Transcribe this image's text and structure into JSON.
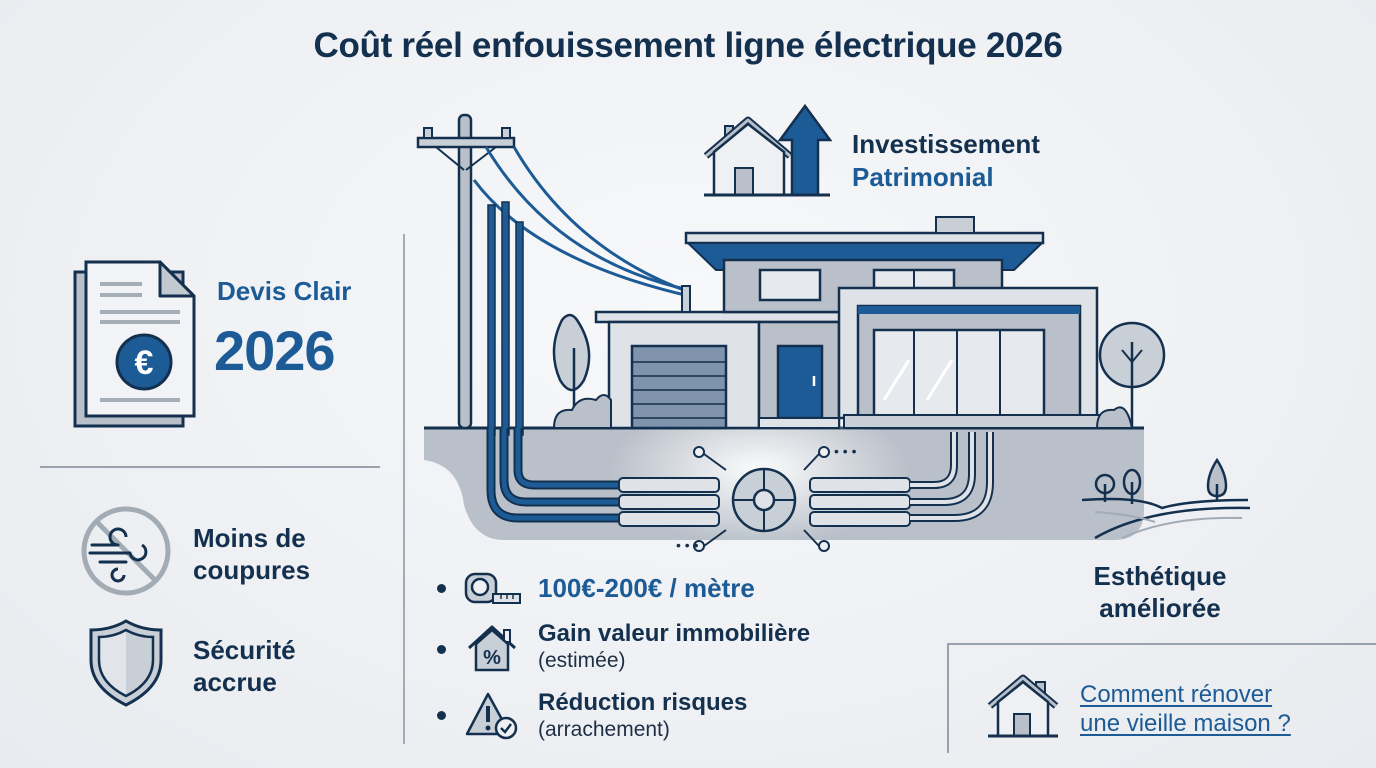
{
  "header": {
    "title": "Coût réel enfouissement ligne électrique 2026"
  },
  "left_panel": {
    "devis": {
      "label": "Devis Clair",
      "year": "2026",
      "icon": "document-euro-icon"
    },
    "features": [
      {
        "line1": "Moins de",
        "line2": "coupures",
        "icon": "no-wind-icon"
      },
      {
        "line1": "Sécurité",
        "line2": "accrue",
        "icon": "shield-icon"
      }
    ]
  },
  "investment": {
    "line1": "Investissement",
    "line2": "Patrimonial",
    "icon": "house-arrow-up-icon"
  },
  "center_list": {
    "items": [
      {
        "title": "100€-200€ / mètre",
        "subtitle": "",
        "icon": "tape-measure-icon"
      },
      {
        "title": "Gain valeur immobilière",
        "subtitle": "(estimée)",
        "icon": "house-percent-icon"
      },
      {
        "title": "Réduction risques",
        "subtitle": "(arrachement)",
        "icon": "warning-check-icon"
      }
    ]
  },
  "aesthetics": {
    "line1": "Esthétique",
    "line2": "améliorée",
    "icon": "landscape-trees-icon"
  },
  "related_link": {
    "line1": "Comment rénover",
    "line2": "une vieille maison ?",
    "icon": "house-icon"
  },
  "colors": {
    "navy": "#14304f",
    "blue": "#1d5b96",
    "gray": "#b9c0c9",
    "light_gray": "#dfe3e8",
    "background": "#eef0f3"
  }
}
